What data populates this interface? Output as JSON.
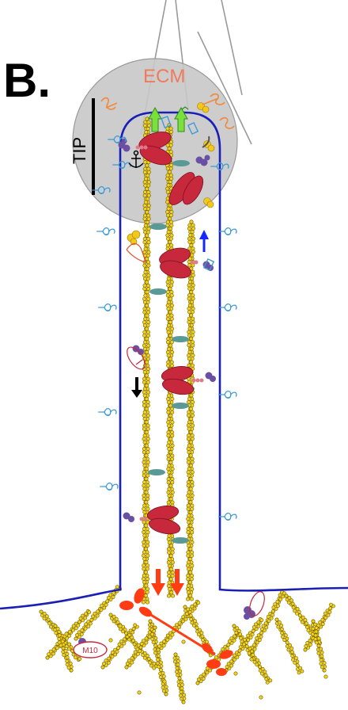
{
  "panel_label": "B.",
  "labels": {
    "ecm": "ECM",
    "tip": "TIP",
    "m10": "M10"
  },
  "colors": {
    "membrane": "#1a1fb5",
    "ecm_fill": "#c8c8c8",
    "ecm_text": "#f07a5a",
    "actin_bead": "#f2d21c",
    "actin_outline": "#6b5a00",
    "myosin": "#c8283c",
    "crosslinker": "#5a9a96",
    "integrin_purple": "#6a4fa3",
    "talin_yellow": "#f2c81c",
    "retrograde_red": "#ff3c14",
    "growth_green": "#7ae03c",
    "up_arrow_blue": "#1428ff",
    "glycan_blue": "#3a9ad9"
  },
  "icons": [
    "anchor-icon",
    "up-arrow-icon",
    "down-arrow-icon",
    "green-polymerization-arrow-icon",
    "red-retrograde-arrow-icon"
  ]
}
